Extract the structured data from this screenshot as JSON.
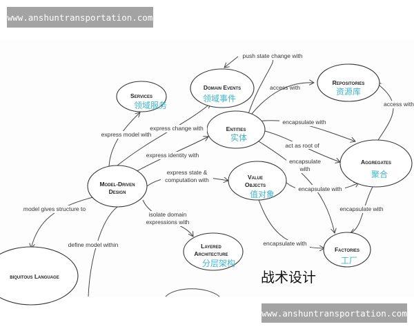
{
  "watermark_top": "www.anshuntransportation.com",
  "watermark_bottom": "www.anshuntransportation.com",
  "title": "战术设计",
  "colors": {
    "chinese_label": "#3fb6c9",
    "watermark_bg": "#a3a3a3"
  },
  "nodes": {
    "services": {
      "en": "Services",
      "cn": "领域服务"
    },
    "domain_events": {
      "en": "Domain Events",
      "cn": "领域事件"
    },
    "repositories": {
      "en": "Repositories",
      "cn": "资源库"
    },
    "entities": {
      "en": "Entities",
      "cn": "实体"
    },
    "aggregates": {
      "en": "Aggregates",
      "cn": "聚合"
    },
    "model_driven": {
      "en1": "Model-Driven",
      "en2": "Design"
    },
    "value_objects": {
      "en1": "Value",
      "en2": "Objects",
      "cn": "值对象"
    },
    "layered": {
      "en1": "Layered",
      "en2": "Architecture",
      "cn": "分层架构"
    },
    "factories": {
      "en": "Factories",
      "cn": "工厂"
    },
    "ubiquitous": {
      "en": "biquitous Language"
    }
  },
  "edges": {
    "push_state": "push state change with",
    "access_with_1": "access with",
    "access_with_2": "access with",
    "express_model": "express model with",
    "express_change": "express change with",
    "express_identity": "express identity with",
    "encapsulate_1": "encapsulate with",
    "act_as_root": "act as root of",
    "encapsulate_2a": "encapsulate",
    "encapsulate_2b": "with",
    "express_state_a": "express state &",
    "express_state_b": "computation with",
    "encapsulate_3": "encapsulate with",
    "encapsulate_4": "encapsulate with",
    "model_structure": "model gives structure to",
    "isolate_a": "isolate domain",
    "isolate_b": "expressions with",
    "define_model": "define model within",
    "encapsulate_5": "encapsulate with"
  }
}
